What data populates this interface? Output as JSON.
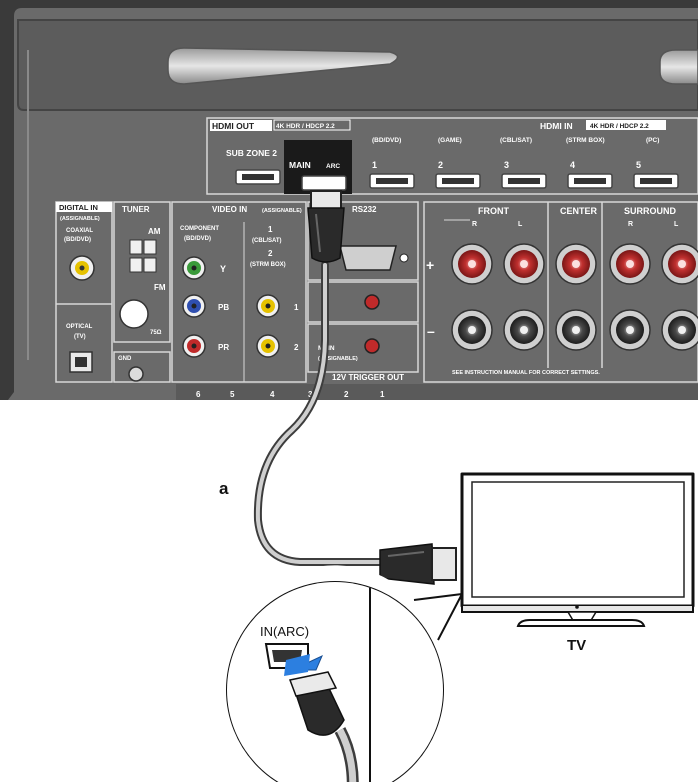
{
  "receiver": {
    "hdmi_out": {
      "title": "HDMI OUT",
      "spec": "4K HDR / HDCP 2.2",
      "sub_zone": "SUB ZONE 2",
      "main": "MAIN",
      "arc": "ARC"
    },
    "hdmi_in": {
      "title": "HDMI IN",
      "spec": "4K HDR / HDCP 2.2",
      "ports": [
        {
          "num": "1",
          "label": "(BD/DVD)"
        },
        {
          "num": "2",
          "label": "(GAME)"
        },
        {
          "num": "3",
          "label": "(CBL/SAT)"
        },
        {
          "num": "4",
          "label": "(STRM BOX)"
        },
        {
          "num": "5",
          "label": "(PC)"
        }
      ]
    },
    "digital_in": {
      "title": "DIGITAL IN",
      "assignable": "(ASSIGNABLE)",
      "coaxial": "COAXIAL",
      "coaxial_src": "(BD/DVD)",
      "optical": "OPTICAL",
      "optical_src": "(TV)"
    },
    "tuner": {
      "title": "TUNER",
      "am": "AM",
      "fm": "FM",
      "ohm": "75Ω"
    },
    "gnd": "GND",
    "video_in": {
      "title": "VIDEO IN",
      "assignable": "(ASSIGNABLE)",
      "component": "COMPONENT",
      "component_src": "(BD/DVD)",
      "y": "Y",
      "pb": "PB",
      "pr": "PR",
      "in1": "1",
      "in1_src": "(CBL/SAT)",
      "in2": "2",
      "in2_src": "(STRM BOX)",
      "row1": "1",
      "row2": "2"
    },
    "rs232": "RS232",
    "trigger": {
      "title": "12V TRIGGER OUT",
      "main": "MAIN",
      "assignable": "(ASSIGNABLE)"
    },
    "speakers": {
      "front": "FRONT",
      "center": "CENTER",
      "surround": "SURROUND",
      "r": "R",
      "l": "L",
      "plus": "+",
      "minus": "–",
      "note": "SEE INSTRUCTION MANUAL FOR CORRECT SETTINGS."
    },
    "bottom_numbers": [
      "6",
      "5",
      "4",
      "3",
      "2",
      "1"
    ]
  },
  "cable_label": "a",
  "tv_port_label": "IN(ARC)",
  "tv_label": "TV"
}
